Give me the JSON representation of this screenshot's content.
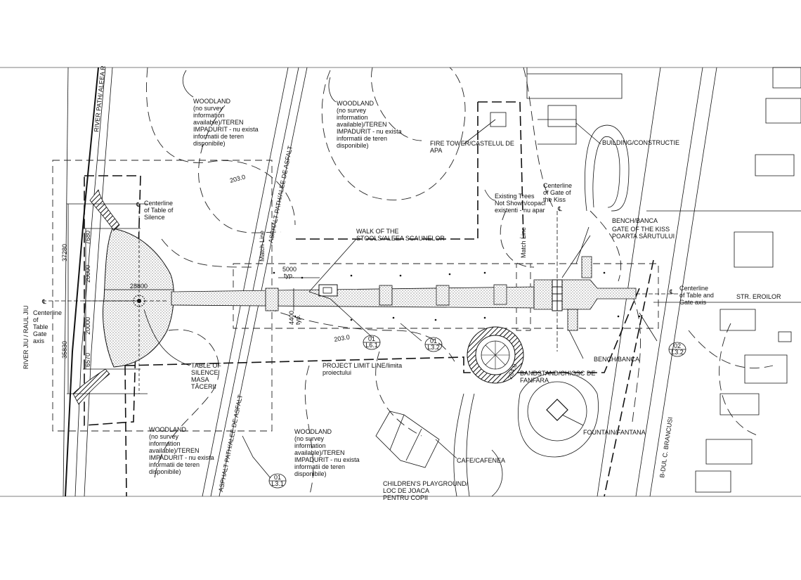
{
  "labels": {
    "woodland1": [
      "WOODLAND",
      "(no survey",
      "information",
      "available)/TEREN",
      "IMPADURIT - nu exista",
      "informatii de teren",
      "disponibile)"
    ],
    "woodland2": [
      "WOODLAND",
      "(no survey",
      "information",
      "available)/TEREN",
      "IMPADURIT - nu exista",
      "informatii de teren",
      "disponibile)"
    ],
    "woodland3": [
      "WOODLAND",
      "(no survey",
      "information",
      "available)/TEREN",
      "IMPADURIT - nu exista",
      "informatii de teren",
      "disponibile)"
    ],
    "woodland4": [
      "WOODLAND",
      "(no survey",
      "information",
      "available)/TEREN",
      "IMPADURIT - nu exista",
      "informatii de teren",
      "disponibile)"
    ],
    "fire_tower": [
      "FIRE TOWER/CASTELUL DE",
      "APA"
    ],
    "building": "BUILDING/CONSTRUCTIE",
    "existing_trees": [
      "Existing Trees",
      "Not Shown/copaci",
      "existenti - nu apar"
    ],
    "centerline_gate_kiss": [
      "Centerline",
      "of Gate of",
      "the Kiss"
    ],
    "bench_top": "BENCH/BANCA",
    "gate_kiss": [
      "GATE OF THE KISS",
      "POARTA SĂRUTULUI"
    ],
    "centerline_table_gate_right": [
      "Centerline",
      "of Table and",
      "Gate axis"
    ],
    "str_eroilor": "STR. EROILOR",
    "walk_stools": [
      "WALK OF THE",
      "STOOLS/ALEEA SCAUNELOR"
    ],
    "centerline_silence": [
      "Centerline",
      "of Table of",
      "Silence"
    ],
    "centerline_left": [
      "Centerline",
      "of",
      "Table",
      "Gate",
      "axis"
    ],
    "river": "RIVER JIU / RAUL JIU",
    "river_path": "RIVER PATH/ ALEEA R",
    "asphalt_upper": "ASPHALT PATH/ALEE DE ASFALT",
    "asphalt_lower": "ASPHALT PATH/ALEE DE ASFALT",
    "match_line_left": "Match Line",
    "match_line_right": "Match Line",
    "dim_5000": "5000",
    "dim_typ": "typ.",
    "dim_4400": "4400",
    "dim_4400_typ": "typ.",
    "dim_28800": "28800",
    "dim_7680": "7680",
    "dim_37280": "37280",
    "dim_20000a": "20000",
    "dim_20000b": "20000",
    "dim_35830": "35830",
    "dim_6570": "6570",
    "contour_203a": "203.0",
    "contour_203b": "203.0",
    "contour_204": "204.0",
    "table_silence": [
      "TABLE OF",
      "SILENCE",
      "MASA",
      "TĂCERII"
    ],
    "project_limit": [
      "PROJECT LIMIT LINE/limita",
      "proiectului"
    ],
    "bandstand": [
      "BANDSTAND/CHIOSC DE",
      "FANFARA"
    ],
    "bench_bottom": "BENCH/BANCA",
    "fountain": "FOUNTAIN/FANTANA",
    "cafe": "CAFE/CAFENEA",
    "playground": [
      "CHILDREN'S PLAYGROUND/",
      "LOC DE JOACA",
      "PENTRU COPII"
    ],
    "brancusi": "B-DUL C. BRANCUSI",
    "ref_l61": [
      "01",
      "L6.1"
    ],
    "ref_l32a": [
      "01",
      "L3.2"
    ],
    "ref_l32b": [
      "02",
      "L3.2"
    ],
    "ref_l31": [
      "01",
      "L3.1"
    ],
    "cl_symbol": "℄"
  }
}
